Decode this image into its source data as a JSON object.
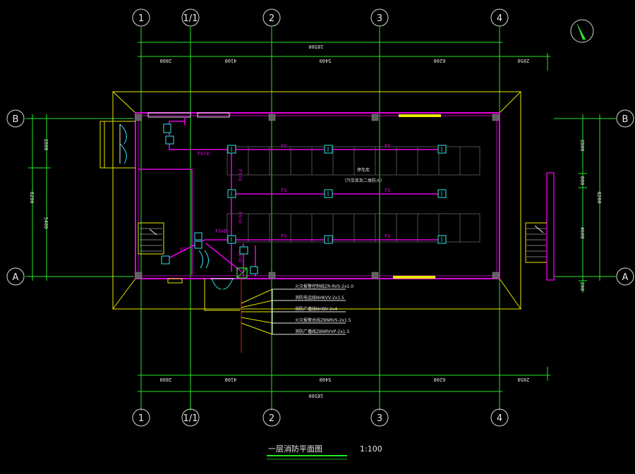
{
  "grid_axes": {
    "vertical": [
      "1",
      "1/1",
      "2",
      "3",
      "4"
    ],
    "horizontal": [
      "B",
      "A"
    ]
  },
  "dimensions": {
    "top_total": "18500",
    "top_segments": [
      "2800",
      "4100",
      "5400",
      "6200",
      "2950"
    ],
    "bottom_total": "18500",
    "bottom_segments": [
      "2800",
      "4100",
      "5400",
      "6200",
      "2950"
    ],
    "left_total": "8200",
    "left_segments": [
      "2800",
      "5400"
    ],
    "right_total": "8200",
    "right_segments": [
      "2800",
      "800",
      "4600",
      "200"
    ]
  },
  "pipe_labels": {
    "fs": "FS",
    "fs_d": "FS+D"
  },
  "parking": {
    "title": "停车库",
    "subtitle": "（汽车库及二类防火）"
  },
  "legend": [
    "火灾报警控制线ZR-RVS-2x1.0",
    "消防电话线NHKVV-2x1.5",
    "消防广播线NHBV-2x4",
    "火灾报警总线ZBNRVS-2x1.5",
    "消防广播线ZBNRVVP-2x1.5"
  ],
  "title_block": {
    "title": "一层消防平面图",
    "scale": "1:100"
  },
  "colors": {
    "grid": "#22e822",
    "wall": "#e8e800",
    "pipe": "#e000e0",
    "device": "#30e8e8"
  }
}
